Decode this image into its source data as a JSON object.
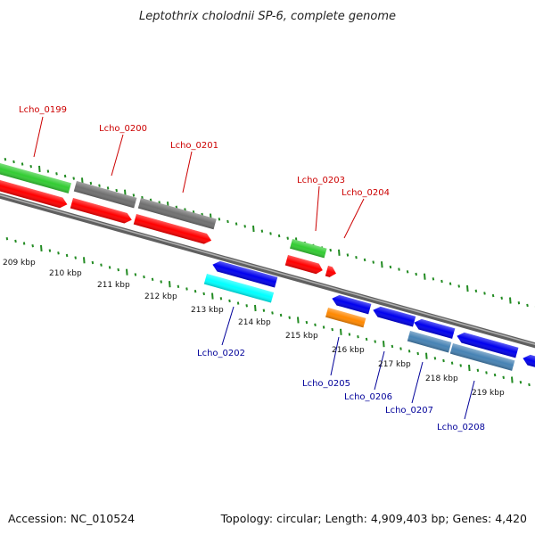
{
  "title": "Leptothrix cholodnii SP-6, complete genome",
  "footer": {
    "accession": "Accession: NC_010524",
    "summary": "Topology: circular; Length: 4,909,403 bp; Genes: 4,420"
  },
  "colors": {
    "forward_label": "#cc0000",
    "reverse_label": "#000099",
    "backbone": "#808080",
    "tick": "#228b22",
    "red_gene": "#ff0000",
    "green_gene": "#33cc33",
    "gray_gene": "#707070",
    "blue_gene": "#0000ee",
    "cyan_gene": "#00ffff",
    "orange_gene": "#ff8800",
    "steel_gene": "#4682b4"
  },
  "scale_labels": [
    "209 kbp",
    "210 kbp",
    "211 kbp",
    "212 kbp",
    "213 kbp",
    "214 kbp",
    "215 kbp",
    "216 kbp",
    "217 kbp",
    "218 kbp",
    "219 kbp"
  ],
  "forward_genes": [
    "Lcho_0199",
    "Lcho_0200",
    "Lcho_0201",
    "Lcho_0203",
    "Lcho_0204"
  ],
  "reverse_genes": [
    "Lcho_0202",
    "Lcho_0205",
    "Lcho_0206",
    "Lcho_0207",
    "Lcho_0208"
  ]
}
